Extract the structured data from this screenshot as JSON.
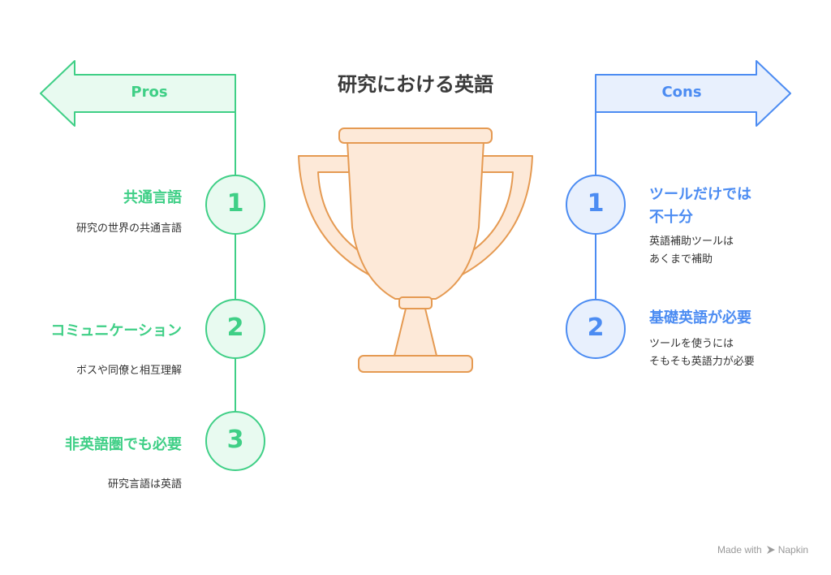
{
  "title": "研究における英語",
  "pros": {
    "label": "Pros",
    "items": [
      {
        "number": "1",
        "heading": "共通言語",
        "desc": "研究の世界の共通言語"
      },
      {
        "number": "2",
        "heading": "コミュニケーション",
        "desc": "ボスや同僚と相互理解"
      },
      {
        "number": "3",
        "heading": "非英語圏でも必要",
        "desc": "研究言語は英語"
      }
    ]
  },
  "cons": {
    "label": "Cons",
    "items": [
      {
        "number": "1",
        "heading_line1": "ツールだけでは",
        "heading_line2": "不十分",
        "desc_line1": "英語補助ツールは",
        "desc_line2": "あくまで補助"
      },
      {
        "number": "2",
        "heading_line1": "基礎英語が必要",
        "desc_line1": "ツールを使うには",
        "desc_line2": "そもそも英語力が必要"
      }
    ]
  },
  "footer": {
    "made_with": "Made with",
    "brand": "Napkin"
  },
  "colors": {
    "pros": "#3fcf86",
    "pros_fill": "#e8faf0",
    "cons": "#4c8cf2",
    "cons_fill": "#e8f0fd",
    "trophy_stroke": "#e59a52",
    "trophy_fill": "#fde9d8"
  },
  "icons": {
    "center": "trophy-icon",
    "footer": "napkin-logo-icon"
  }
}
